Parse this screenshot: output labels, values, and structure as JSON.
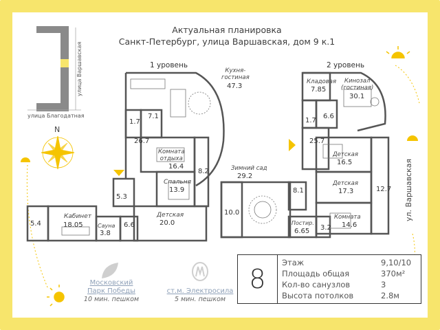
{
  "title": {
    "line1": "Актуальная планировка",
    "line2": "Санкт-Петербург, улица Варшавская, дом 9 к.1"
  },
  "map": {
    "street_bottom": "улица Благодатная",
    "street_right": "улица Варшавская",
    "north": "N"
  },
  "levels": {
    "level1": "1 уровень",
    "level2": "2 уровень"
  },
  "rooms_level1": [
    {
      "label": "Кухня-\nгостиная",
      "area": "47.3"
    },
    {
      "label": "",
      "area": "1.7"
    },
    {
      "label": "",
      "area": "7.1"
    },
    {
      "label": "",
      "area": "26.7"
    },
    {
      "label": "Комната\nотдыха",
      "area": "16.4"
    },
    {
      "label": "",
      "area": "8.2"
    },
    {
      "label": "Спальня",
      "area": "13.9"
    },
    {
      "label": "",
      "area": "5.3"
    },
    {
      "label": "Детская",
      "area": "20.0"
    },
    {
      "label": "Кабинет",
      "area": "18.05"
    },
    {
      "label": "",
      "area": "5.4"
    },
    {
      "label": "Сауна",
      "area": "3.8"
    },
    {
      "label": "",
      "area": "6.6"
    }
  ],
  "rooms_level2": [
    {
      "label": "Кладовая",
      "area": "7.85"
    },
    {
      "label": "Кинозал\n(гостиная)",
      "area": "30.1"
    },
    {
      "label": "",
      "area": "1.7"
    },
    {
      "label": "",
      "area": "6.6"
    },
    {
      "label": "",
      "area": "25.7"
    },
    {
      "label": "Детская",
      "area": "16.5"
    },
    {
      "label": "Зимний сад",
      "area": "29.2"
    },
    {
      "label": "",
      "area": "8.1"
    },
    {
      "label": "Детская",
      "area": "17.3"
    },
    {
      "label": "",
      "area": "12.7"
    },
    {
      "label": "",
      "area": "10.0"
    },
    {
      "label": "Комната",
      "area": "14.6"
    },
    {
      "label": "Постир.",
      "area": "6.65"
    },
    {
      "label": "",
      "area": "3.2"
    }
  ],
  "street_label_right": "ул. Варшавская",
  "metro1": {
    "name1": "Московский",
    "name2": "Парк Победы",
    "time": "10 мин. пешком"
  },
  "metro2": {
    "name": "ст.м. Электросила",
    "time": "5 мин. пешком"
  },
  "info": {
    "number": "8",
    "rows": [
      {
        "label": "Этаж",
        "value": "9,10/10"
      },
      {
        "label": "Площадь общая",
        "value": "370м²"
      },
      {
        "label": "Кол-во санузлов",
        "value": "3"
      },
      {
        "label": "Высота потолков",
        "value": "2.8м"
      }
    ]
  },
  "colors": {
    "frame": "#f7e56c",
    "sun": "#f5c400",
    "wall": "#555555",
    "metro": "#8ea0b8"
  }
}
